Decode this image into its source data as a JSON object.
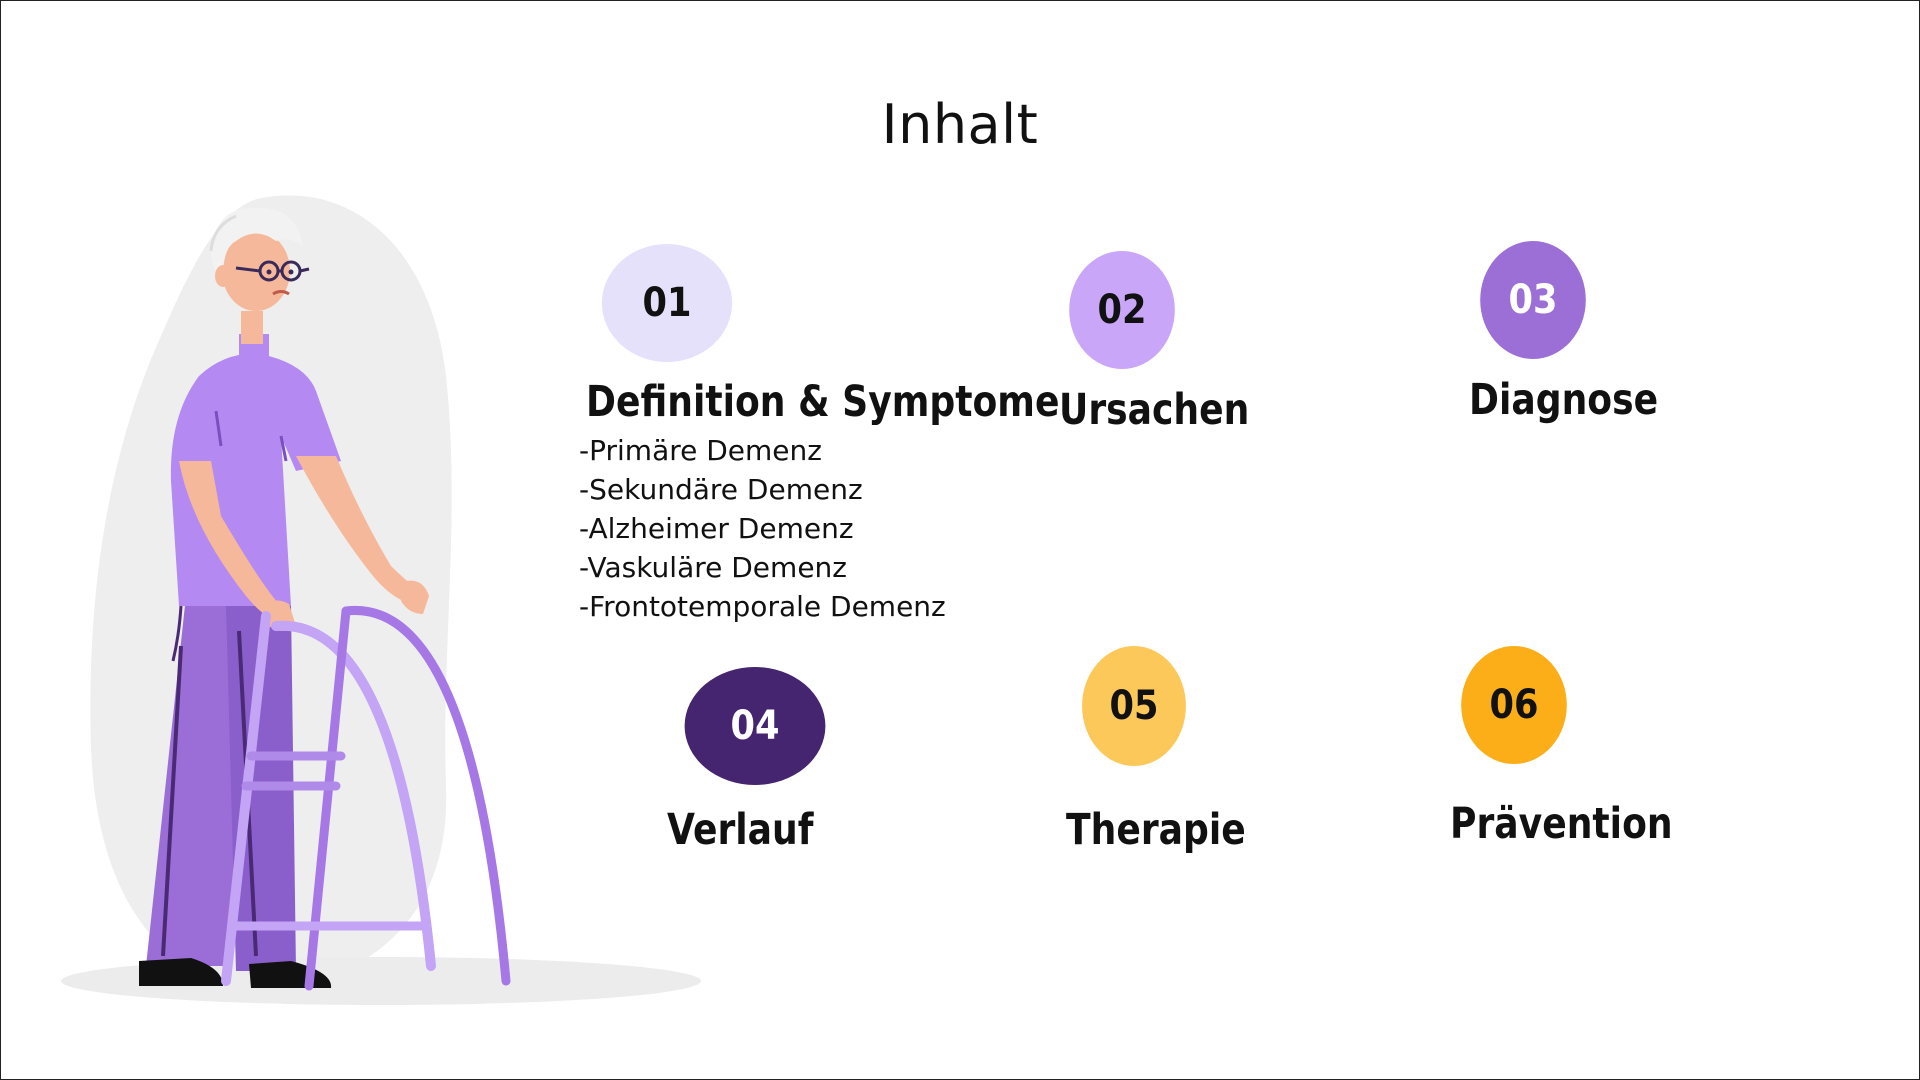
{
  "slide": {
    "title": "Inhalt"
  },
  "colors": {
    "badge_01": "#e6e1fb",
    "badge_02": "#c9a6f7",
    "badge_03": "#9b6fd6",
    "badge_04": "#462570",
    "badge_05": "#fdc85a",
    "badge_06": "#fbae17",
    "figure_shirt": "#b48af2",
    "figure_pants": "#9a6ed6",
    "walker": "#a678e6",
    "background_blob": "#eeeeee"
  },
  "items": [
    {
      "number": "01",
      "label": "Definition & Symptome",
      "subitems": [
        "-Primäre Demenz",
        "-Sekundäre Demenz",
        "-Alzheimer Demenz",
        "-Vaskuläre Demenz",
        "-Frontotemporale Demenz"
      ]
    },
    {
      "number": "02",
      "label": "Ursachen"
    },
    {
      "number": "03",
      "label": "Diagnose"
    },
    {
      "number": "04",
      "label": "Verlauf"
    },
    {
      "number": "05",
      "label": "Therapie"
    },
    {
      "number": "06",
      "label": "Prävention"
    }
  ],
  "illustration": {
    "icon": "elderly-person-with-walker-icon"
  }
}
